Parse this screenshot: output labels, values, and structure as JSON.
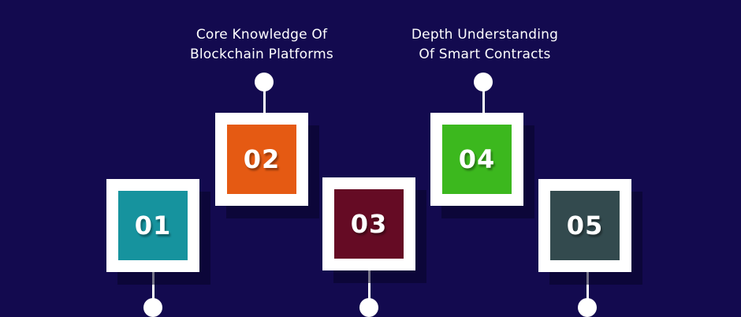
{
  "steps": [
    {
      "number": "01",
      "color": "#16939e"
    },
    {
      "number": "02",
      "color": "#e55a13"
    },
    {
      "number": "03",
      "color": "#650b24"
    },
    {
      "number": "04",
      "color": "#3cb81e"
    },
    {
      "number": "05",
      "color": "#334a4e"
    }
  ],
  "captions": {
    "step2": {
      "line1": "Core Knowledge Of",
      "line2": "Blockchain Platforms"
    },
    "step4": {
      "line1": "Depth Understanding",
      "line2": "Of Smart Contracts"
    }
  }
}
